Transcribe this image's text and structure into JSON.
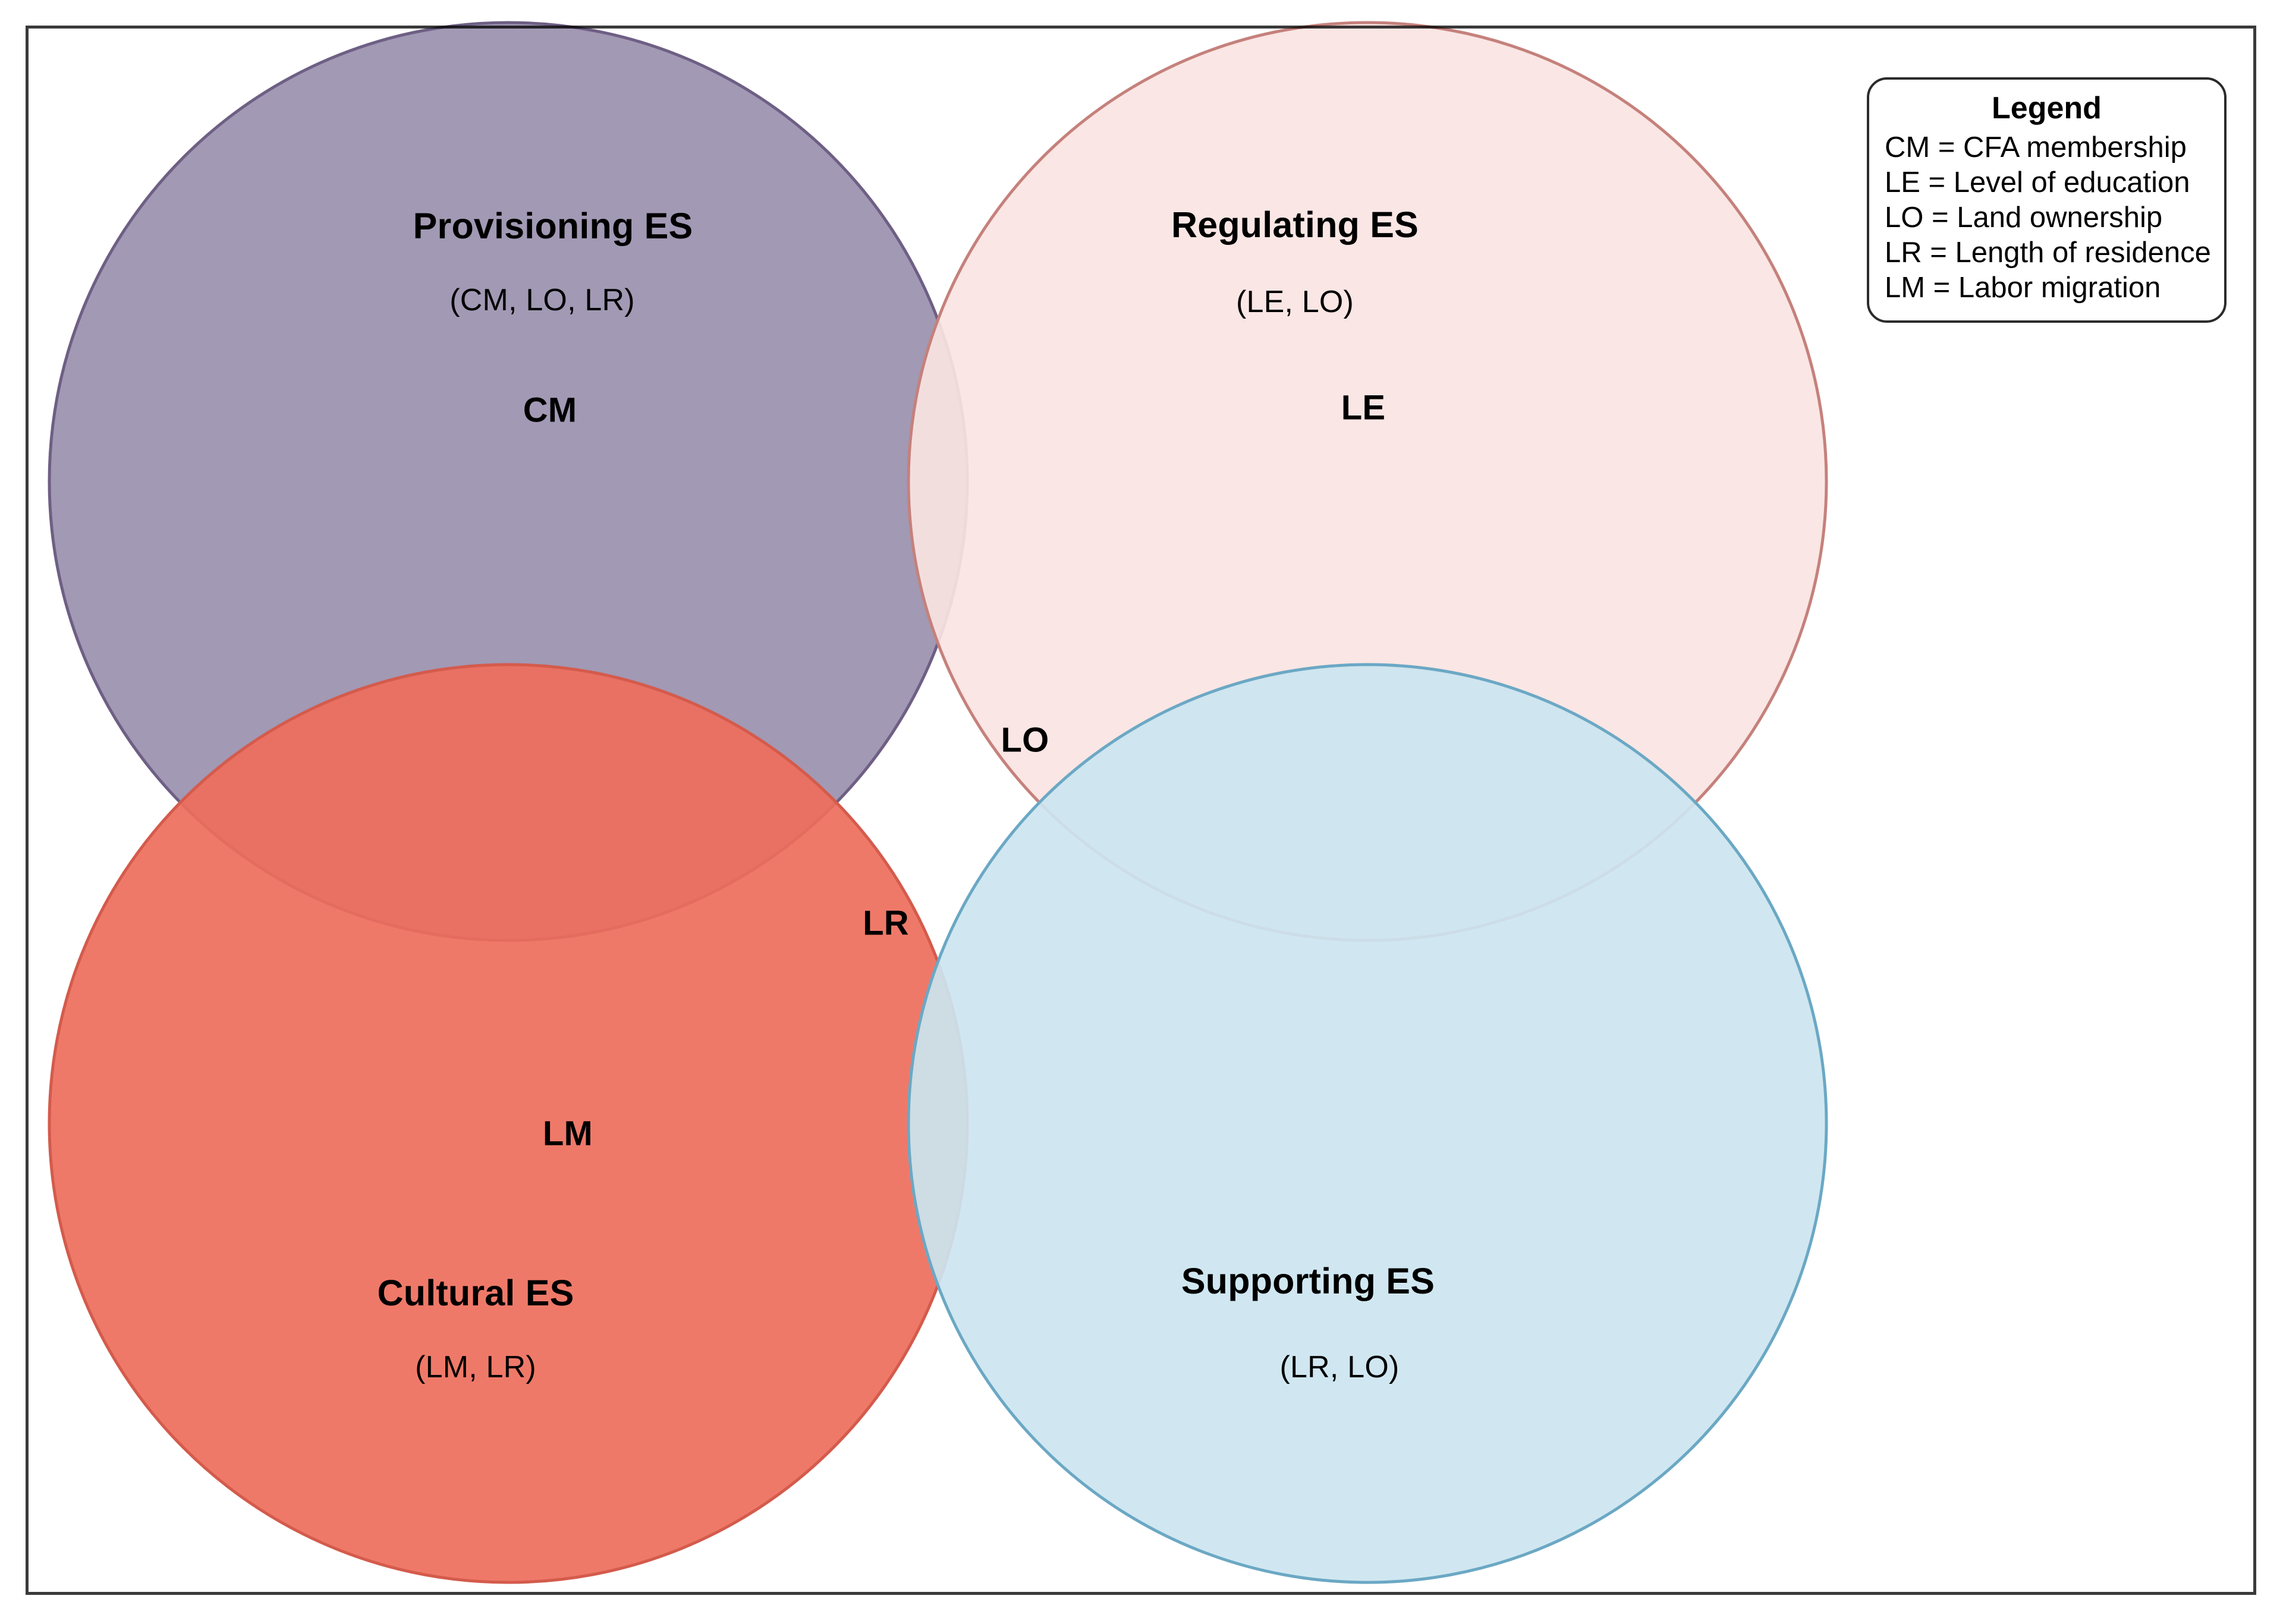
{
  "figure": {
    "type": "four-set-venn-diagram",
    "background_color": "#ffffff",
    "frame_color": "#3a3a3a"
  },
  "chart_data": {
    "type": "venn",
    "title": "",
    "sets": [
      {
        "id": "provisioning",
        "name": "Provisioning ES",
        "drivers_label": "(CM, LO, LR)",
        "unique_code": "CM",
        "drivers": [
          "CM",
          "LO",
          "LR"
        ],
        "fill": "#9D93B0",
        "stroke": "#6E5F84",
        "position": "top-left"
      },
      {
        "id": "regulating",
        "name": "Regulating ES",
        "drivers_label": "(LE, LO)",
        "unique_code": "LE",
        "drivers": [
          "LE",
          "LO"
        ],
        "fill": "#FAE4E2",
        "stroke": "#C5817C",
        "position": "top-right"
      },
      {
        "id": "cultural",
        "name": "Cultural ES",
        "drivers_label": "(LM, LR)",
        "unique_code": "LM",
        "drivers": [
          "LM",
          "LR"
        ],
        "fill": "#E8705F",
        "stroke": "#D05A4B",
        "position": "bottom-left"
      },
      {
        "id": "supporting",
        "name": "Supporting ES",
        "drivers_label": "(LR, LO)",
        "unique_code": "LO",
        "drivers": [
          "LR",
          "LO"
        ],
        "fill": "#CCE5F0",
        "stroke": "#6BA8C4",
        "position": "bottom-right"
      }
    ],
    "intersection_labels": [
      {
        "code": "LO",
        "shared_by": [
          "Provisioning ES",
          "Regulating ES",
          "Supporting ES"
        ]
      },
      {
        "code": "LR",
        "shared_by": [
          "Provisioning ES",
          "Cultural ES",
          "Supporting ES"
        ]
      }
    ]
  },
  "labels": {
    "provisioning_title": "Provisioning ES",
    "provisioning_sub": "(CM, LO, LR)",
    "provisioning_code": "CM",
    "regulating_title": "Regulating ES",
    "regulating_sub": "(LE, LO)",
    "regulating_code": "LE",
    "cultural_title": "Cultural ES",
    "cultural_sub": "(LM, LR)",
    "cultural_code": "LM",
    "supporting_title": "Supporting ES",
    "supporting_sub": "(LR, LO)",
    "center_lo": "LO",
    "center_lr": "LR"
  },
  "legend": {
    "title": "Legend",
    "entries": [
      "CM = CFA membership",
      "LE = Level of education",
      "LO = Land ownership",
      "LR = Length of residence",
      "LM = Labor migration"
    ]
  }
}
